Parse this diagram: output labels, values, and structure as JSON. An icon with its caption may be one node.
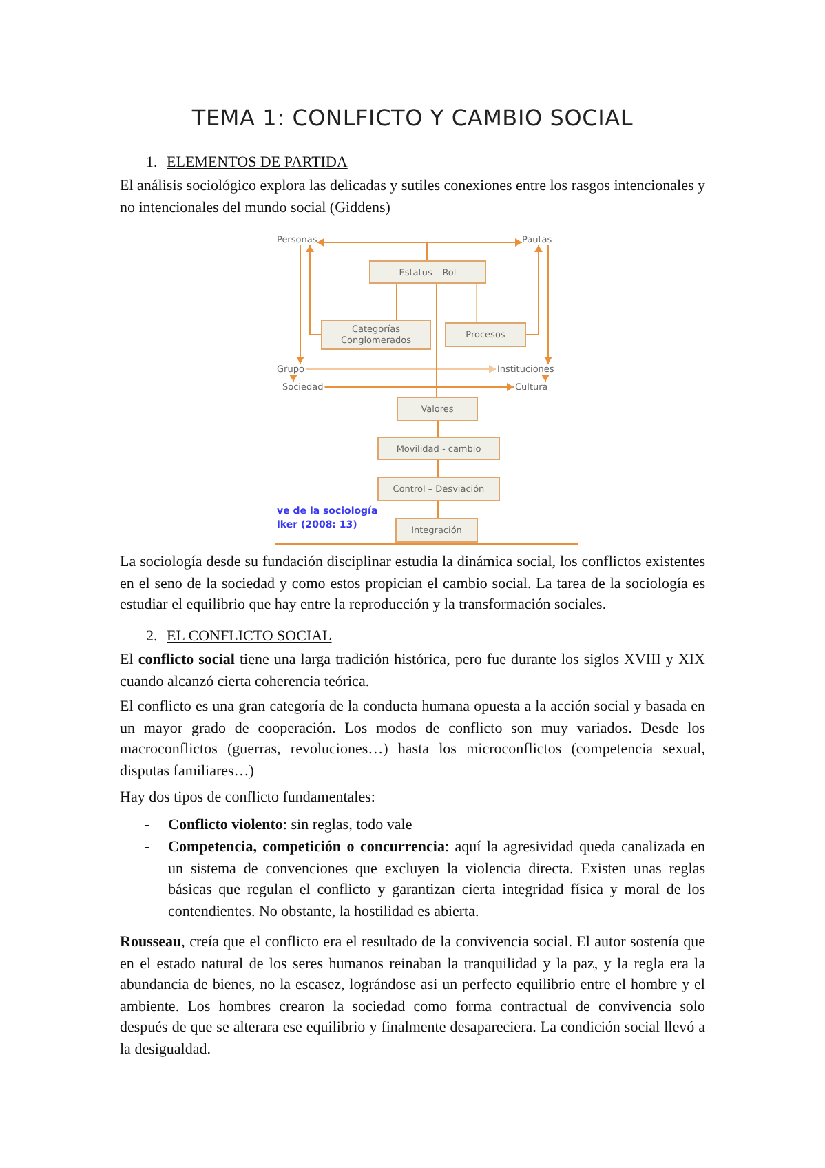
{
  "diagram": {
    "title": "TEMA 1: CONLFICTO Y CAMBIO SOCIAL",
    "nodes": [
      {
        "text": [
          "Personas"
        ]
      },
      {
        "text": [
          "Pautas"
        ]
      },
      {
        "text": [
          "Estatus – Rol"
        ]
      },
      {
        "text": [
          "Categorías Conglomerados"
        ]
      },
      {
        "text": [
          "Procesos"
        ]
      },
      {
        "text": [
          "Grupo"
        ]
      },
      {
        "text": [
          "Sociedad"
        ]
      },
      {
        "text": [
          "Instituciones"
        ]
      },
      {
        "text": [
          "Cultura"
        ]
      },
      {
        "text": [
          "Valores"
        ]
      },
      {
        "text": [
          "Movilidad - cambio"
        ]
      },
      {
        "text": [
          "Control – Desviación"
        ]
      },
      {
        "text": [
          "Integración"
        ]
      }
    ],
    "edges": [
      {
        "from": 2,
        "to": 0,
        "arrow": "to"
      },
      {
        "from": 2,
        "to": 1,
        "arrow": "to"
      },
      {
        "from": 2,
        "to": 3,
        "arrow": "none"
      },
      {
        "from": 2,
        "to": 4,
        "arrow": "none",
        "color": "#f5c9a0"
      },
      {
        "from": 3,
        "to": 0,
        "arrow": "to"
      },
      {
        "from": 4,
        "to": 1,
        "arrow": "to"
      },
      {
        "from": 0,
        "to": 5,
        "arrow": "to"
      },
      {
        "from": 1,
        "to": 7,
        "arrow": "to"
      },
      {
        "from": 5,
        "to": 6,
        "arrow": "to"
      },
      {
        "from": 5,
        "to": 7,
        "arrow": "to",
        "color": "#f5c9a0"
      },
      {
        "from": 7,
        "to": 8,
        "arrow": "to"
      },
      {
        "from": 6,
        "to": 8,
        "arrow": "to"
      },
      {
        "from": 2,
        "to": 9,
        "arrow": "none"
      },
      {
        "from": 9,
        "to": 10,
        "arrow": "none"
      },
      {
        "from": 10,
        "to": 11,
        "arrow": "none"
      },
      {
        "from": 11,
        "to": 12,
        "arrow": "none"
      }
    ],
    "labels": [
      "1.",
      "ELEMENTOS DE PARTIDA",
      "El análisis sociológico explora las delicadas y sutiles conexiones entre los rasgos intencionales y no intencionales del mundo social (Giddens)",
      "ve de la sociología",
      "lker (2008: 13)",
      "La sociología desde su fundación disciplinar estudia la dinámica social, los conflictos existentes en el seno de la sociedad y como estos propician el cambio social. La tarea de la sociología es estudiar el equilibrio que hay entre la reproducción y la transformación sociales.",
      "2.",
      "EL CONFLICTO SOCIAL",
      "El **conflicto social** tiene una larga tradición histórica, pero fue durante los siglos XVIII y XIX cuando alcanzó cierta coherencia teórica.",
      "El conflicto es una gran categoría de la conducta humana opuesta a la acción social y basada en un mayor grado de cooperación. Los modos de conflicto son muy variados. Desde los macroconflictos (guerras, revoluciones…) hasta los microconflictos (competencia sexual, disputas familiares…)",
      "Hay dos tipos de conflicto fundamentales:",
      "-",
      "**Conflicto violento**: sin reglas, todo vale",
      "-",
      "**Competencia, competición o concurrencia**: aquí la agresividad queda canalizada en un sistema de convenciones que excluyen la violencia directa. Existen unas reglas básicas que regulan el conflicto y garantizan cierta integridad física y moral de los contendientes. No obstante, la hostilidad es abierta.",
      "**Rousseau**, creía que el conflicto era el resultado de la convivencia social. El autor sostenía que en el estado natural de los seres humanos reinaban la tranquilidad y la paz, y la regla era la abundancia de bienes, no la escasez, lográndose asi un perfecto equilibrio entre el hombre y el ambiente. Los hombres crearon la sociedad como forma contractual de convivencia solo después de que se alterara ese equilibrio y finalmente desapareciera. La condición social llevó a la desigualdad."
    ]
  }
}
